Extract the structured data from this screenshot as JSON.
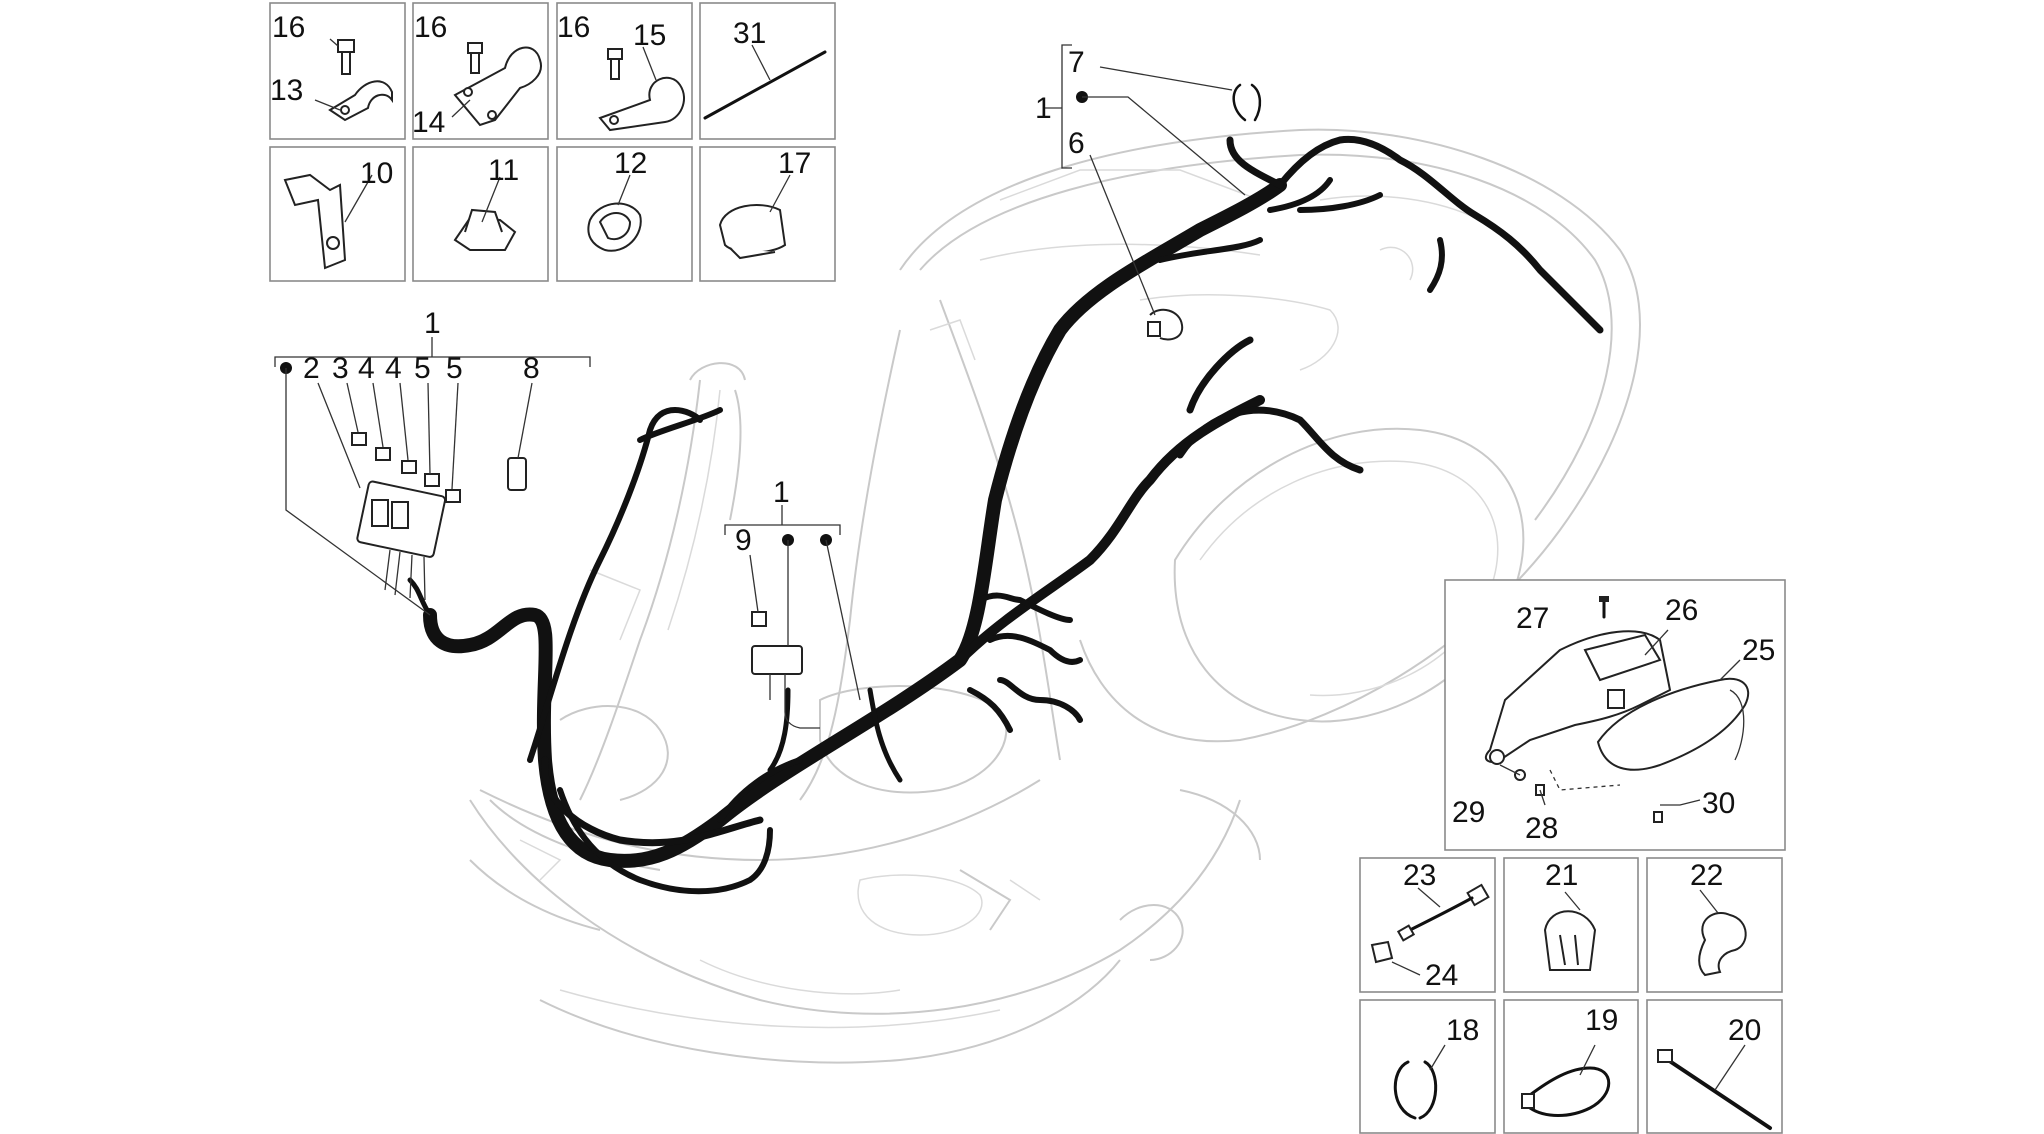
{
  "labels": {
    "box_16a": "16",
    "box_13": "13",
    "box_16b": "16",
    "box_14": "14",
    "box_16c": "16",
    "box_15": "15",
    "box_31": "31",
    "box_10": "10",
    "box_11": "11",
    "box_12": "12",
    "box_17": "17",
    "grp_left_1": "1",
    "grp_left_2": "2",
    "grp_left_3": "3",
    "grp_left_4a": "4",
    "grp_left_4b": "4",
    "grp_left_5a": "5",
    "grp_left_5b": "5",
    "grp_left_8": "8",
    "grp_mid_1": "1",
    "grp_mid_9": "9",
    "grp_top_7": "7",
    "grp_top_1": "1",
    "grp_top_6": "6",
    "box_27": "27",
    "box_26": "26",
    "box_25": "25",
    "box_29": "29",
    "box_28": "28",
    "box_30": "30",
    "box_23": "23",
    "box_24": "24",
    "box_21": "21",
    "box_22": "22",
    "box_18": "18",
    "box_19": "19",
    "box_20": "20"
  }
}
